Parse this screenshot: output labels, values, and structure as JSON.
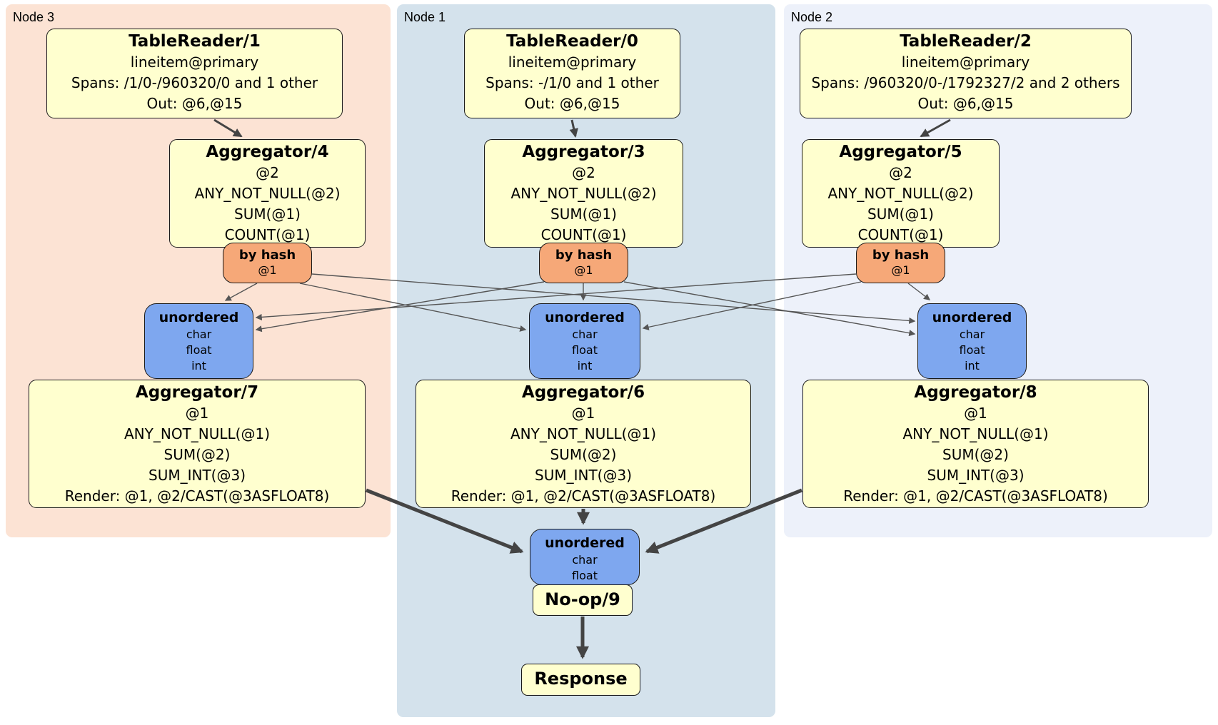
{
  "diagram": {
    "node3": {
      "label": "Node 3",
      "table_reader": {
        "title": "TableReader/1",
        "lines": [
          "lineitem@primary",
          "Spans: /1/0-/960320/0 and 1 other",
          "Out: @6,@15"
        ]
      },
      "aggregator_top": {
        "title": "Aggregator/4",
        "lines": [
          "@2",
          "ANY_NOT_NULL(@2)",
          "SUM(@1)",
          "COUNT(@1)"
        ]
      },
      "router": {
        "title": "by hash",
        "detail": "@1"
      },
      "sync": {
        "title": "unordered",
        "columns": [
          "char",
          "float",
          "int"
        ]
      },
      "aggregator_bottom": {
        "title": "Aggregator/7",
        "lines": [
          "@1",
          "ANY_NOT_NULL(@1)",
          "SUM(@2)",
          "SUM_INT(@3)",
          "Render: @1, @2/CAST(@3ASFLOAT8)"
        ]
      }
    },
    "node1": {
      "label": "Node 1",
      "table_reader": {
        "title": "TableReader/0",
        "lines": [
          "lineitem@primary",
          "Spans: -/1/0 and 1 other",
          "Out: @6,@15"
        ]
      },
      "aggregator_top": {
        "title": "Aggregator/3",
        "lines": [
          "@2",
          "ANY_NOT_NULL(@2)",
          "SUM(@1)",
          "COUNT(@1)"
        ]
      },
      "router": {
        "title": "by hash",
        "detail": "@1"
      },
      "sync": {
        "title": "unordered",
        "columns": [
          "char",
          "float",
          "int"
        ]
      },
      "aggregator_bottom": {
        "title": "Aggregator/6",
        "lines": [
          "@1",
          "ANY_NOT_NULL(@1)",
          "SUM(@2)",
          "SUM_INT(@3)",
          "Render: @1, @2/CAST(@3ASFLOAT8)"
        ]
      },
      "final_sync": {
        "title": "unordered",
        "columns": [
          "char",
          "float"
        ]
      },
      "noop": {
        "title": "No-op/9"
      },
      "response": {
        "title": "Response"
      }
    },
    "node2": {
      "label": "Node 2",
      "table_reader": {
        "title": "TableReader/2",
        "lines": [
          "lineitem@primary",
          "Spans: /960320/0-/1792327/2 and 2 others",
          "Out: @6,@15"
        ]
      },
      "aggregator_top": {
        "title": "Aggregator/5",
        "lines": [
          "@2",
          "ANY_NOT_NULL(@2)",
          "SUM(@1)",
          "COUNT(@1)"
        ]
      },
      "router": {
        "title": "by hash",
        "detail": "@1"
      },
      "sync": {
        "title": "unordered",
        "columns": [
          "char",
          "float",
          "int"
        ]
      },
      "aggregator_bottom": {
        "title": "Aggregator/8",
        "lines": [
          "@1",
          "ANY_NOT_NULL(@1)",
          "SUM(@2)",
          "SUM_INT(@3)",
          "Render: @1, @2/CAST(@3ASFLOAT8)"
        ]
      }
    }
  },
  "colors": {
    "node3_bg": "#fce3d4",
    "node1_bg": "#d4e2ec",
    "node2_bg": "#edf1fa",
    "processor_fill": "#ffffcf",
    "router_fill": "#f6a878",
    "sync_fill": "#7ea7ef",
    "edge_color": "#444444",
    "thin_edge_color": "#555555"
  }
}
